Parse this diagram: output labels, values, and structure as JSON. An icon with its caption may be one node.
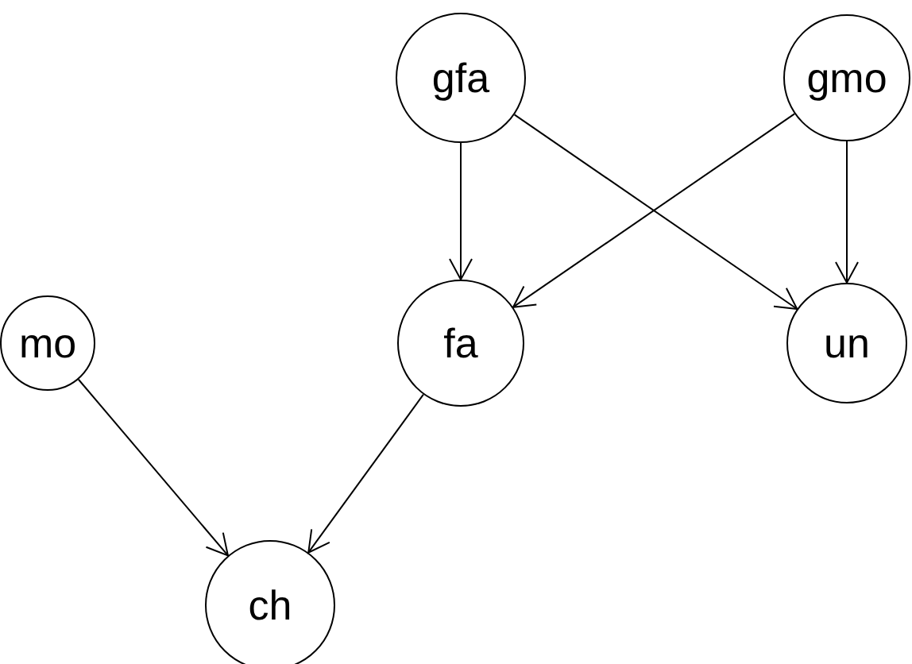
{
  "diagram": {
    "nodes": [
      {
        "text": [
          "gfa"
        ]
      },
      {
        "text": [
          "gmo"
        ]
      },
      {
        "text": [
          "mo"
        ]
      },
      {
        "text": [
          "fa"
        ]
      },
      {
        "text": [
          "un"
        ]
      },
      {
        "text": [
          "ch"
        ]
      }
    ],
    "edges": [
      {
        "from": 0,
        "to": 3,
        "arrow": "to"
      },
      {
        "from": 0,
        "to": 4,
        "arrow": "to"
      },
      {
        "from": 1,
        "to": 3,
        "arrow": "to"
      },
      {
        "from": 1,
        "to": 4,
        "arrow": "to"
      },
      {
        "from": 2,
        "to": 5,
        "arrow": "to"
      },
      {
        "from": 3,
        "to": 5,
        "arrow": "to"
      }
    ]
  }
}
